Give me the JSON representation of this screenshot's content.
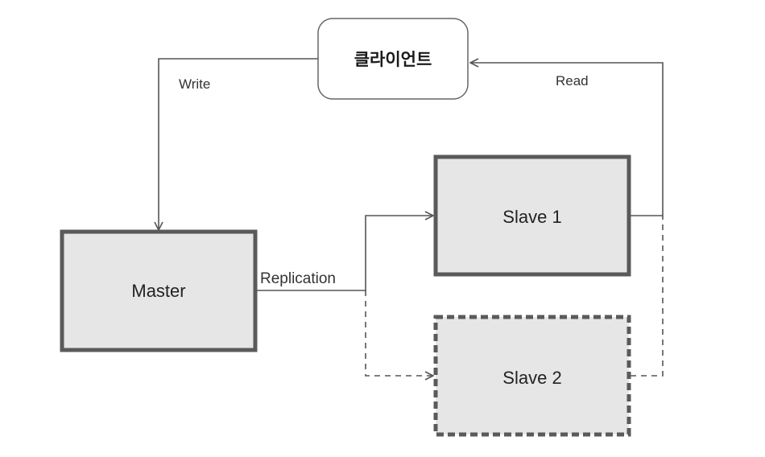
{
  "nodes": {
    "client": {
      "label": "클라이언트"
    },
    "master": {
      "label": "Master"
    },
    "slave1": {
      "label": "Slave 1"
    },
    "slave2": {
      "label": "Slave 2"
    }
  },
  "edges": {
    "write": {
      "label": "Write"
    },
    "read": {
      "label": "Read"
    },
    "replication": {
      "label": "Replication"
    }
  },
  "colors": {
    "box_fill": "#e6e6e6",
    "box_border": "#5a5a5a",
    "line": "#555555",
    "client_border": "#666666"
  }
}
